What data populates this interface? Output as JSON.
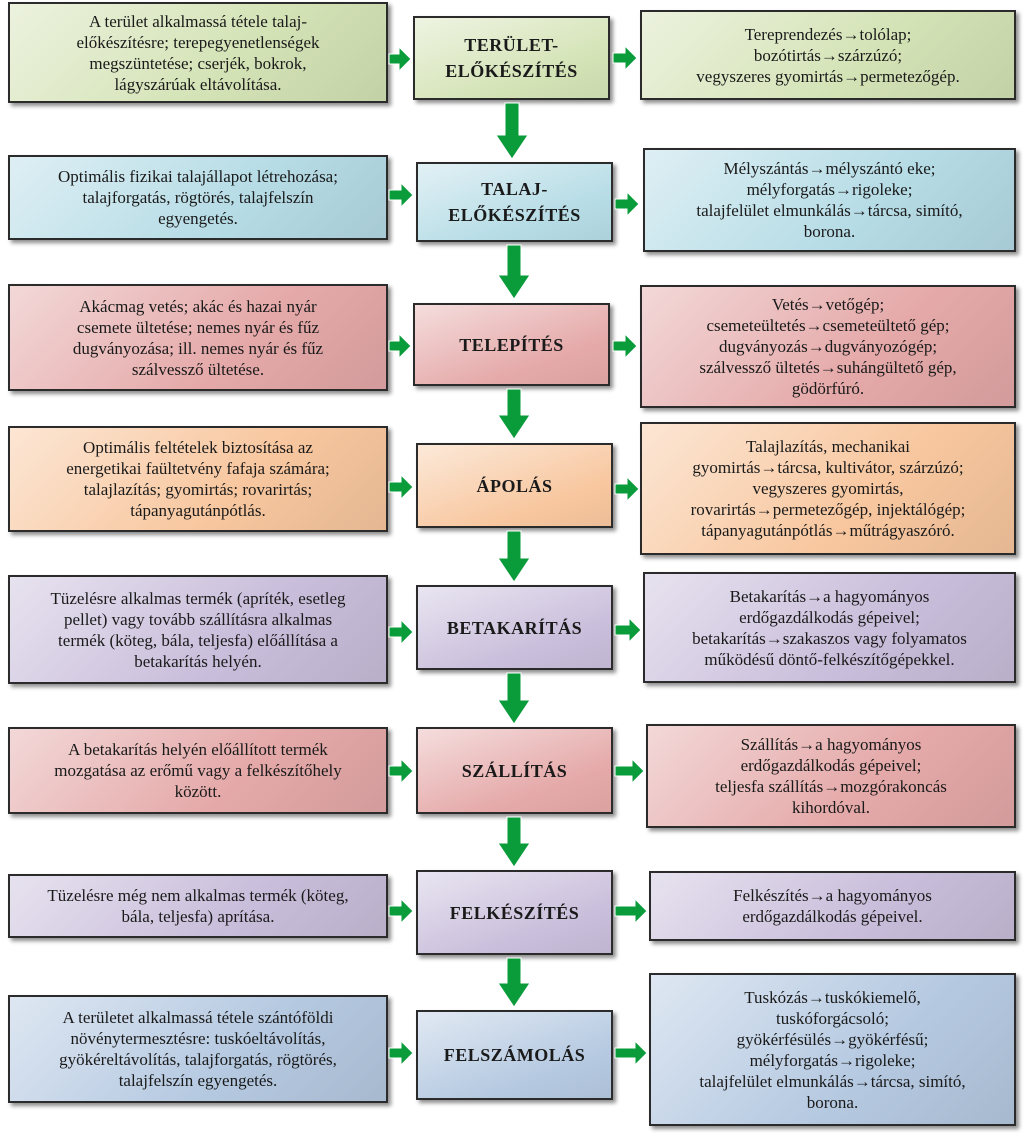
{
  "colors": {
    "green": "#d4e3b6",
    "blue": "#b6dce6",
    "red": "#e5a9a9",
    "orange": "#f8c79f",
    "purple": "#c9bedb",
    "steel": "#b5c9e1",
    "arrow": "#0a9b3b"
  },
  "steps": [
    {
      "id": "terulet",
      "color": "green",
      "title": "TERÜLET-\nELŐKÉSZÍTÉS",
      "left": "A terület alkalmassá tétele talaj-\nelőkészítésre; terepegyenetlenségek\nmegszüntetése; cserjék, bokrok,\nlágyszárúak eltávolítása.",
      "right": "Tereprendezés→tolólap;\nbozótirtás→szárzúzó;\nvegyszeres gyomirtás→permetezőgép."
    },
    {
      "id": "talaj",
      "color": "blue",
      "title": "TALAJ-\nELŐKÉSZÍTÉS",
      "left": "Optimális fizikai talajállapot létrehozása;\ntalajforgatás, rögtörés, talajfelszín\negyengetés.",
      "right": "Mélyszántás→mélyszántó eke;\nmélyforgatás→rigoleke;\ntalajfelület elmunkálás→tárcsa, simító,\nborona."
    },
    {
      "id": "telepites",
      "color": "red",
      "title": "TELEPÍTÉS",
      "left": "Akácmag vetés; akác és hazai nyár\ncsemete ültetése; nemes nyár és fűz\ndugványozása; ill. nemes nyár és fűz\nszálvessző ültetése.",
      "right": "Vetés→vetőgép;\ncsemeteültetés→csemeteültető gép;\ndugványozás→dugványozógép;\nszálvessző ültetés→suhángültető gép,\ngödörfúró."
    },
    {
      "id": "apolas",
      "color": "orange",
      "title": "ÁPOLÁS",
      "left": "Optimális feltételek biztosítása az\nenergetikai faültetvény fafaja számára;\ntalajlazítás; gyomirtás; rovarirtás;\ntápanyagutánpótlás.",
      "right": "Talajlazítás, mechanikai\ngyomirtás→tárcsa, kultivátor, szárzúzó;\nvegyszeres gyomirtás,\nrovarirtás→permetezőgép, injektálógép;\ntápanyagutánpótlás→műtrágyaszóró."
    },
    {
      "id": "betakaritas",
      "color": "purple",
      "title": "BETAKARÍTÁS",
      "left": "Tüzelésre alkalmas termék (apríték, esetleg\npellet) vagy tovább szállításra alkalmas\ntermék (köteg, bála, teljesfa) előállítása a\nbetakarítás helyén.",
      "right": "Betakarítás→a hagyományos\nerdőgazdálkodás gépeivel;\nbetakarítás→szakaszos vagy folyamatos\nműködésű döntő-felkészítőgépekkel."
    },
    {
      "id": "szallitas",
      "color": "red",
      "title": "SZÁLLÍTÁS",
      "left": "A betakarítás helyén előállított termék\nmozgatása az erőmű vagy a felkészítőhely\nközött.",
      "right": "Szállítás→a hagyományos\nerdőgazdálkodás gépeivel;\nteljesfa szállítás→mozgórakoncás\nkihordóval."
    },
    {
      "id": "felkeszites",
      "color": "purple",
      "title": "FELKÉSZÍTÉS",
      "left": "Tüzelésre még nem alkalmas termék (köteg,\nbála, teljesfa) aprítása.",
      "right": "Felkészítés→a hagyományos\nerdőgazdálkodás gépeivel."
    },
    {
      "id": "felszamolas",
      "color": "steel",
      "title": "FELSZÁMOLÁS",
      "left": "A területet alkalmassá tétele szántóföldi\nnövénytermesztésre: tuskóeltávolítás,\ngyökéreltávolítás, talajforgatás, rögtörés,\ntalajfelszín egyengetés.",
      "right": "Tuskózás→tuskókiemelő,\ntuskóforgácsoló;\ngyökérfésülés→gyökérfésű;\nmélyforgatás→rigoleke;\ntalajfelület elmunkálás→tárcsa, simító,\nborona."
    }
  ]
}
